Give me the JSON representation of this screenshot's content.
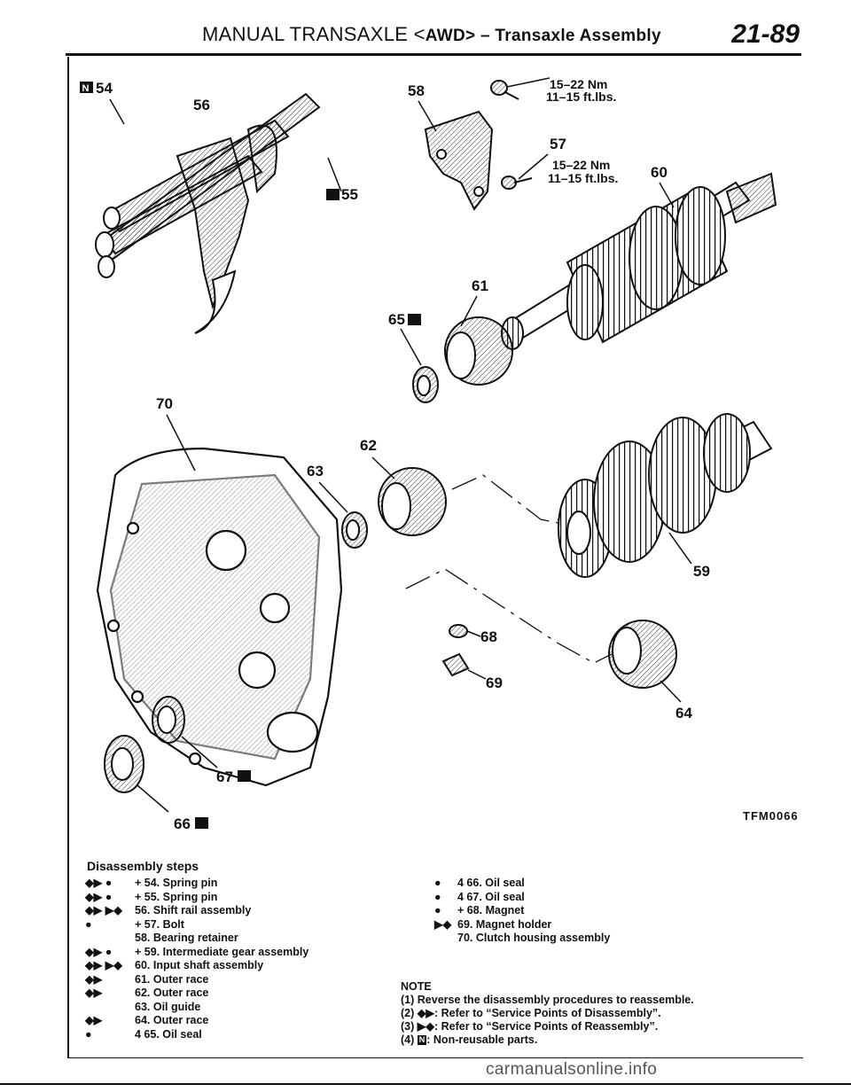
{
  "header": {
    "title_plain": "MANUAL TRANSAXLE <",
    "title_bold": "AWD",
    "title_rest": "> – Transaxle Assembly",
    "page_number": "21-89"
  },
  "diagram": {
    "labels": {
      "l54": "54",
      "l55": "55",
      "l56": "56",
      "l57": "57",
      "l58": "58",
      "l59": "59",
      "l60": "60",
      "l61": "61",
      "l62": "62",
      "l63": "63",
      "l64": "64",
      "l65": "65",
      "l66": "66",
      "l67": "67",
      "l68": "68",
      "l69": "69",
      "l70": "70"
    },
    "torque_58_nm": "15–22 Nm",
    "torque_58_ftlb": "11–15 ft.lbs.",
    "torque_57_nm": "15–22 Nm",
    "torque_57_ftlb": "11–15 ft.lbs.",
    "non_reusable_tag": "N",
    "figure_code": "TFM0066"
  },
  "disassembly": {
    "title": "Disassembly steps",
    "left": [
      {
        "sym": "◆▶ ●",
        "text": "+ 54. Spring pin"
      },
      {
        "sym": "◆▶ ●",
        "text": "+ 55. Spring pin"
      },
      {
        "sym": "◆▶ ▶◆",
        "text": "56. Shift rail assembly"
      },
      {
        "sym": "    ●",
        "text": "+ 57. Bolt"
      },
      {
        "sym": "",
        "text": "58. Bearing retainer"
      },
      {
        "sym": "◆▶ ●",
        "text": "+ 59. Intermediate gear assembly"
      },
      {
        "sym": "◆▶ ▶◆",
        "text": "60. Input shaft assembly"
      },
      {
        "sym": "◆▶",
        "text": "61. Outer race"
      },
      {
        "sym": "◆▶",
        "text": "62. Outer race"
      },
      {
        "sym": "",
        "text": "63. Oil guide"
      },
      {
        "sym": "◆▶",
        "text": "64. Outer race"
      },
      {
        "sym": "    ●",
        "text": "4 65. Oil seal"
      }
    ],
    "right": [
      {
        "sym": "●",
        "text": "4 66. Oil seal"
      },
      {
        "sym": "●",
        "text": "4 67. Oil seal"
      },
      {
        "sym": "●",
        "text": "+ 68. Magnet"
      },
      {
        "sym": "▶◆",
        "text": "69. Magnet holder"
      },
      {
        "sym": "",
        "text": "70. Clutch housing assembly"
      }
    ]
  },
  "note": {
    "title": "NOTE",
    "lines": [
      {
        "num": "(1)",
        "sym": "",
        "text": "Reverse the disassembly procedures to reassemble."
      },
      {
        "num": "(2)",
        "sym": "◆▶",
        "text": ": Refer to “Service Points of Disassembly”."
      },
      {
        "num": "(3)",
        "sym": "▶◆",
        "text": ": Refer to “Service Points of Reassembly”."
      },
      {
        "num": "(4)",
        "sym": "N",
        "text": ": Non-reusable parts."
      }
    ]
  },
  "watermark": "carmanualsonline.info"
}
